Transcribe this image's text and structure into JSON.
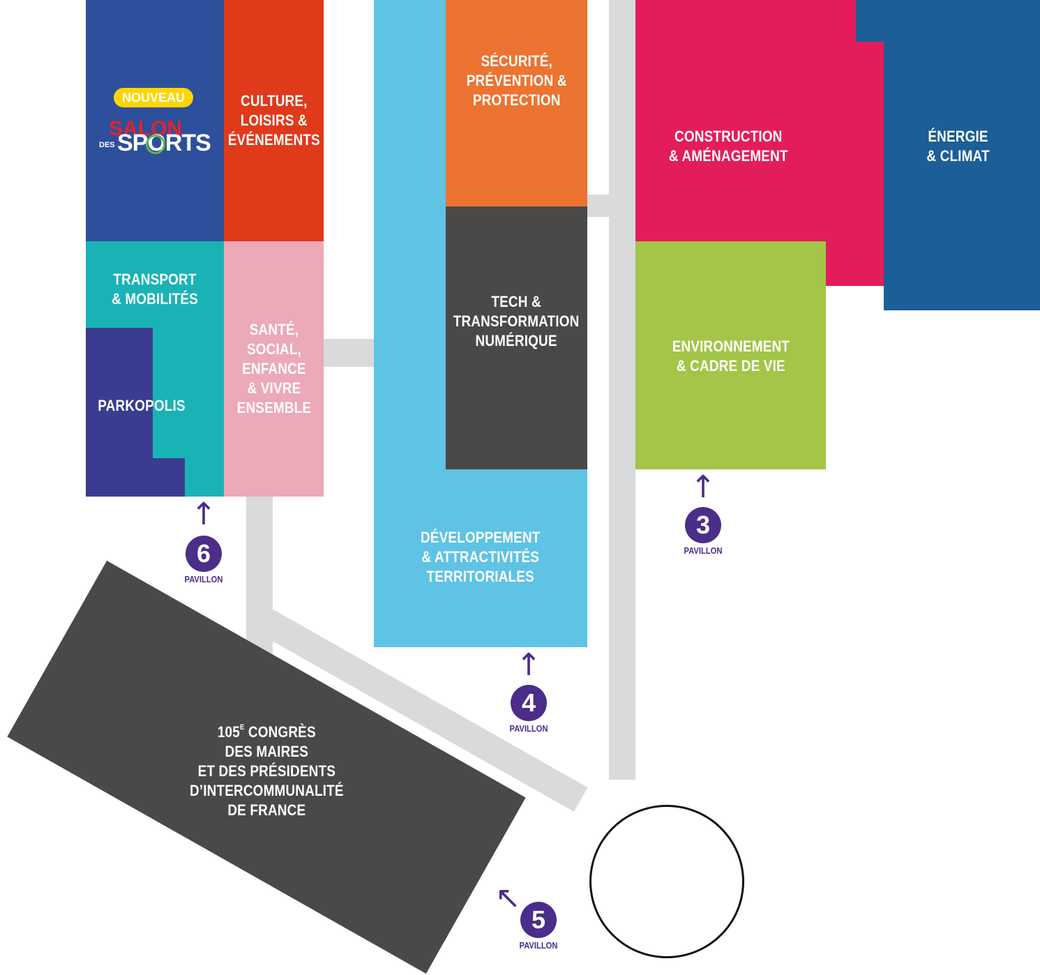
{
  "colors": {
    "sports": "#2e4f9c",
    "culture": "#e03a1a",
    "transport": "#19b3b6",
    "parkopolis": "#3a3d8f",
    "sante": "#eca9b8",
    "developpement": "#5ec3e5",
    "securite": "#ed7330",
    "tech": "#4a4947",
    "construction": "#e31d5b",
    "energie": "#1b5e98",
    "environnement": "#a3c548",
    "congres": "#4a4947",
    "corridor": "#d9dadc",
    "pavillon": "#4b2d8a"
  },
  "zones": {
    "sports": {
      "badge": "NOUVEAU",
      "logo_top": "SALON",
      "logo_small": "DES",
      "logo_main": "SPORTS"
    },
    "culture": "CULTURE,\nLOISIRS &\nÉVÉNEMENTS",
    "transport": "TRANSPORT\n& MOBILITÉS",
    "parkopolis": "PARKOPOLIS",
    "sante": "SANTÉ,\nSOCIAL,\nENFANCE\n& VIVRE\nENSEMBLE",
    "securite": "SÉCURITÉ,\nPRÉVENTION &\nPROTECTION",
    "tech": "TECH &\nTRANSFORMATION\nNUMÉRIQUE",
    "developpement": "DÉVELOPPEMENT\n& ATTRACTIVITÉS\nTERRITORIALES",
    "construction": "CONSTRUCTION\n& AMÉNAGEMENT",
    "energie": "ÉNERGIE\n& CLIMAT",
    "environnement": "ENVIRONNEMENT\n& CADRE DE VIE",
    "congres": {
      "num": "105",
      "sup": "E",
      "rest": " CONGRÈS\nDES MAIRES\nET DES PRÉSIDENTS\nD’INTERCOMMUNALITÉ\nDE FRANCE"
    }
  },
  "pavillons": {
    "label": "PAVILLON",
    "p6": "6",
    "p4": "4",
    "p3": "3",
    "p5": "5",
    "arrow_up": "↑",
    "arrow_diag": "↖"
  }
}
